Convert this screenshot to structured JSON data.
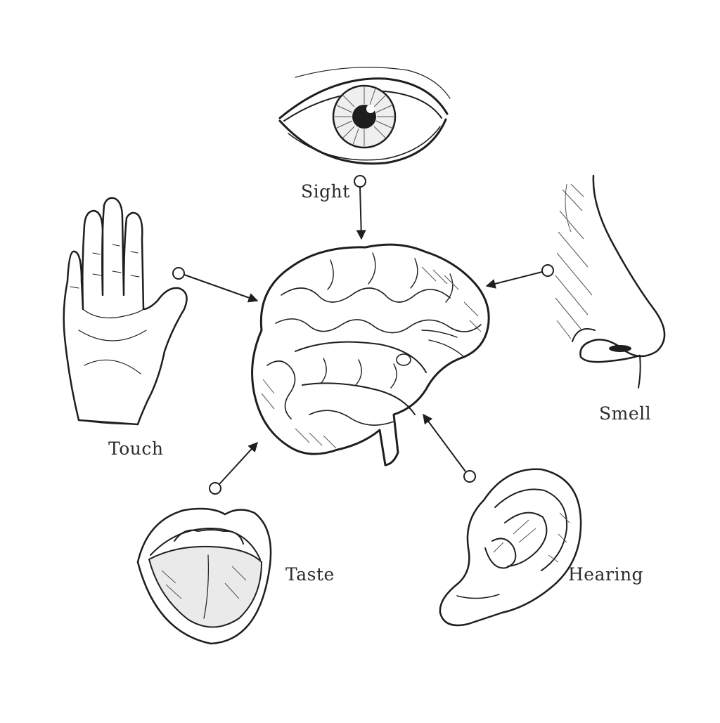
{
  "senses": {
    "sight": "Sight",
    "touch": "Touch",
    "smell": "Smell",
    "taste": "Taste",
    "hearing": "Hearing"
  },
  "colors": {
    "ink": "#1e1e1e",
    "background": "#ffffff"
  },
  "icons": [
    "eye-icon",
    "hand-icon",
    "nose-icon",
    "mouth-icon",
    "ear-icon",
    "brain-icon"
  ]
}
